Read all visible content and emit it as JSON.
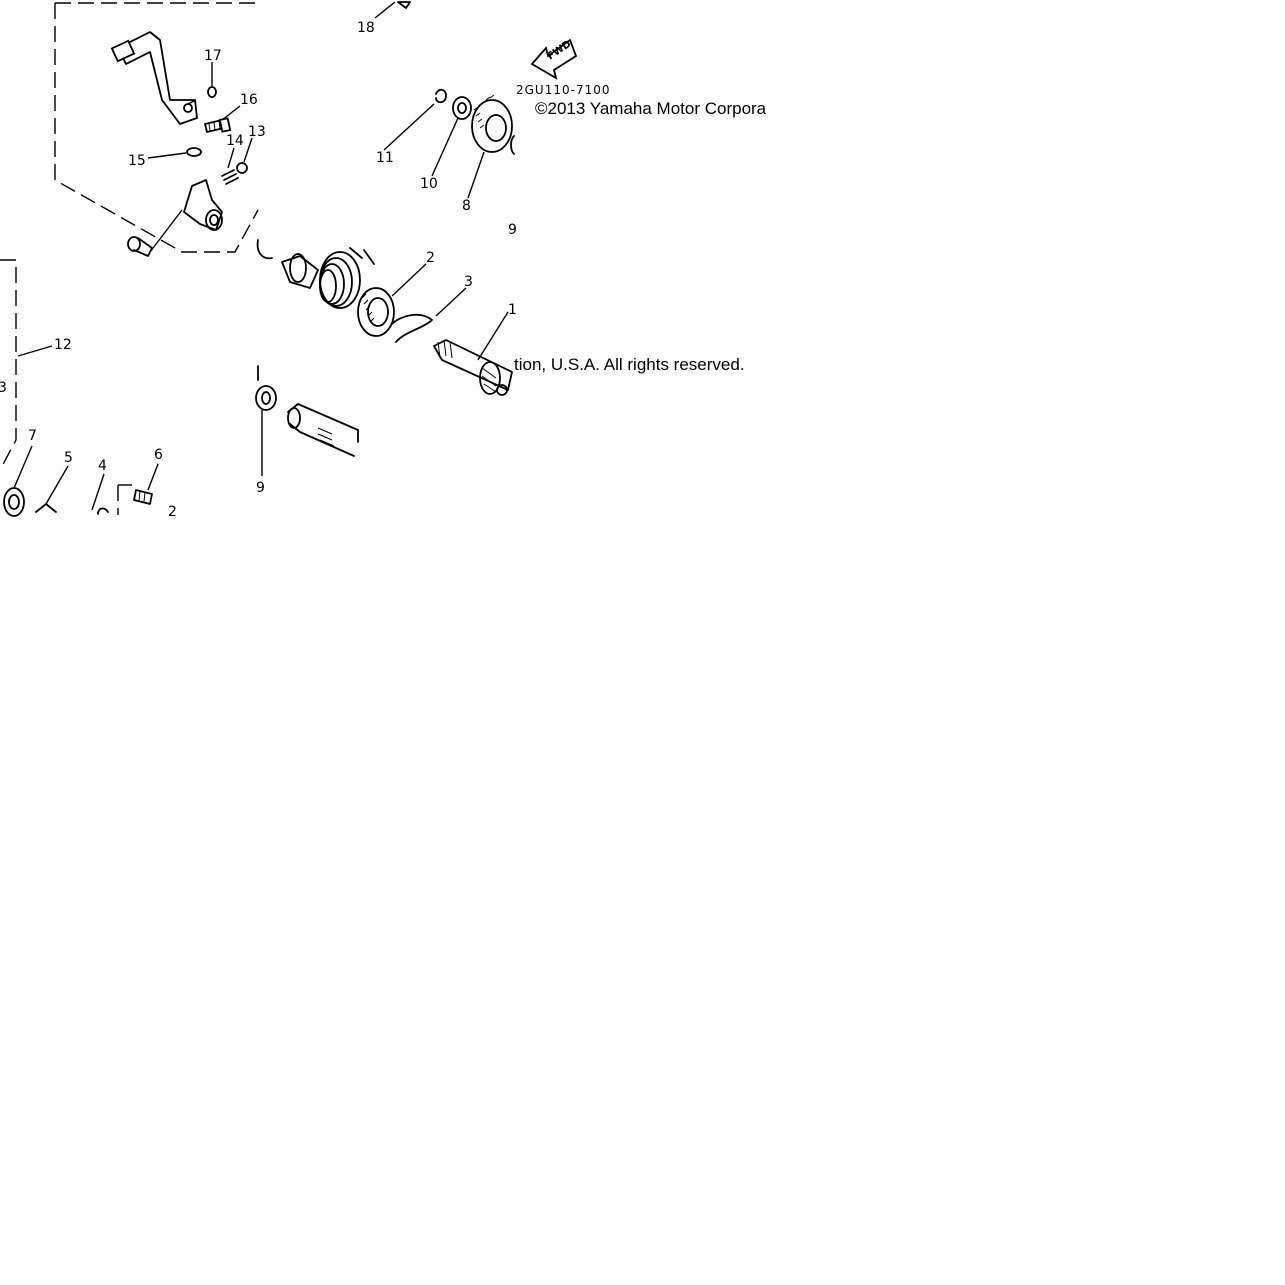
{
  "diagram": {
    "part_code": "2GU110-7100",
    "fwd_label": "FWD",
    "copyright_line1": "©2013 Yamaha Motor Corpora",
    "copyright_line2": "tion, U.S.A. All rights reserved.",
    "callouts": [
      "1",
      "2",
      "2",
      "3",
      "3",
      "4",
      "5",
      "6",
      "7",
      "8",
      "9",
      "9",
      "10",
      "11",
      "12",
      "13",
      "14",
      "15",
      "16",
      "17",
      "18"
    ]
  }
}
